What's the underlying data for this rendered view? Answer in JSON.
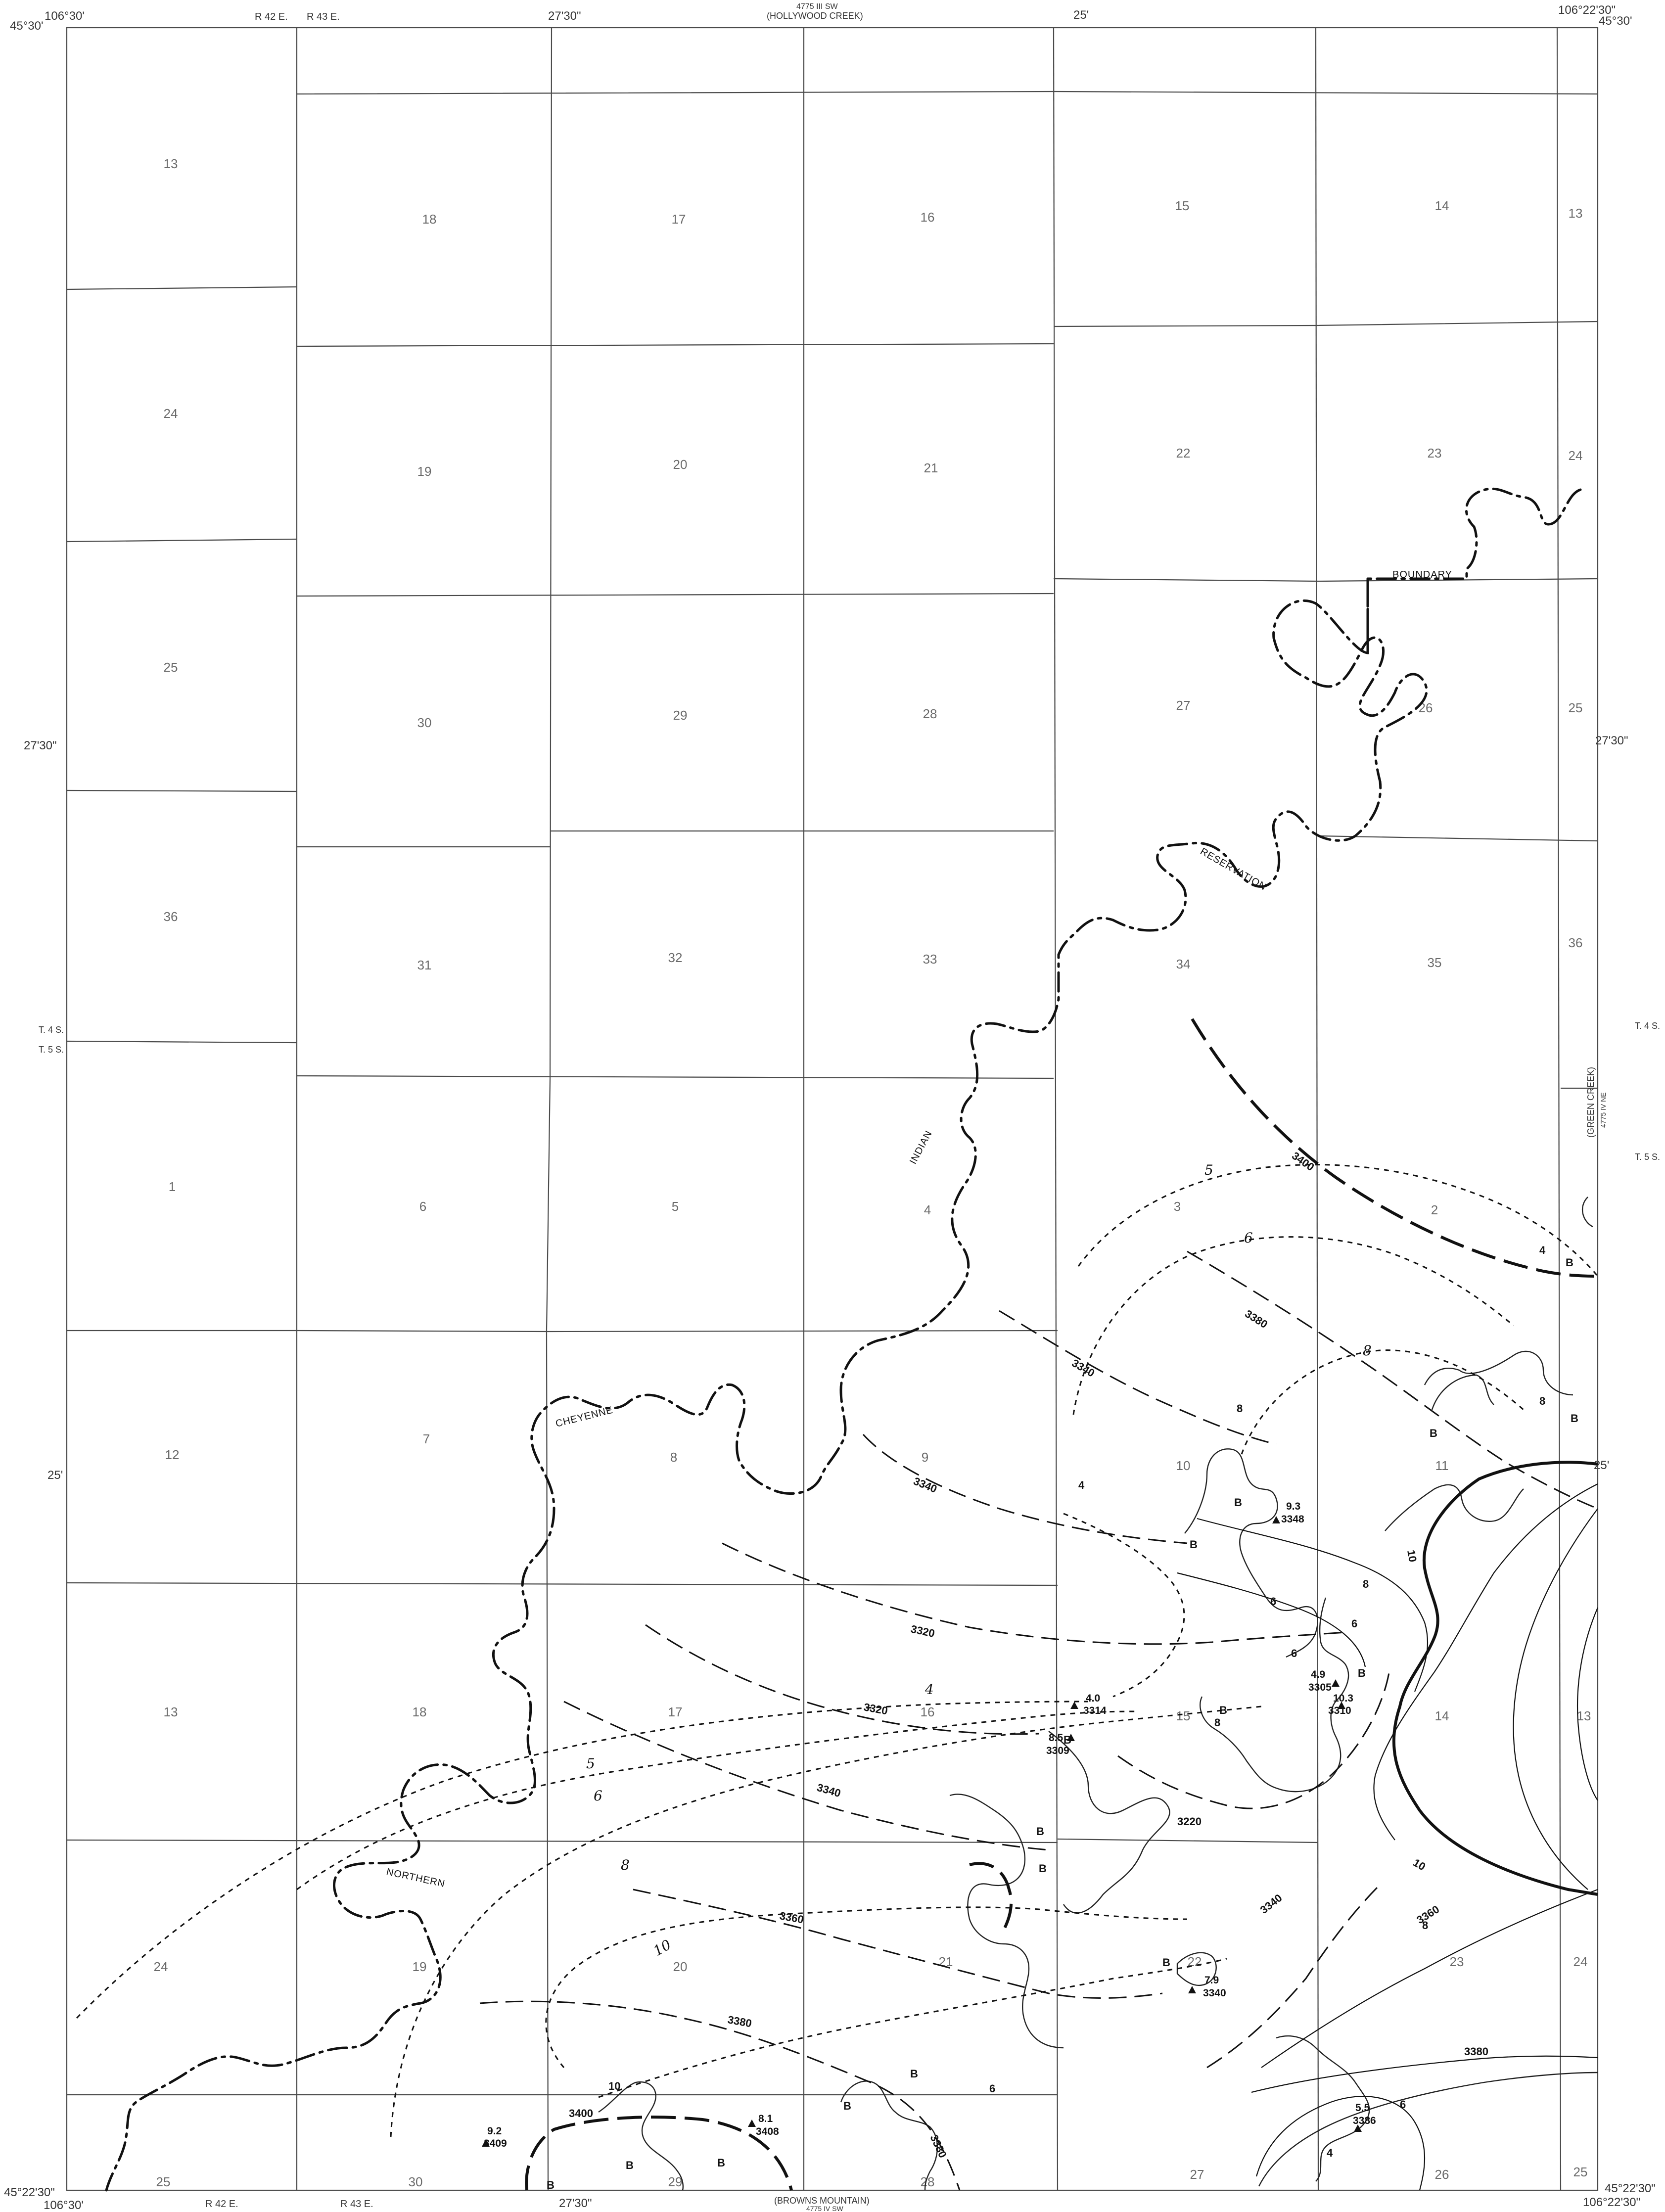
{
  "top_left_corner": {
    "lon": "106°30'",
    "lat": "45°30'"
  },
  "top_right_corner": {
    "lon": "106°22'30\"",
    "lat": "45°30'"
  },
  "bottom_left_corner": {
    "lat": "45°22'30\"",
    "lon": "106°30'"
  },
  "bottom_right_corner": {
    "lat": "45°22'30\"",
    "lon": "106°22'30\""
  },
  "top_ticks": {
    "range_west": "R 42 E.",
    "range_east": "R 43 E.",
    "lon_mid": "27'30\"",
    "lon_east": "25'"
  },
  "bottom_ticks": {
    "range_west": "R 42 E.",
    "range_east": "R 43 E.",
    "lon_mid": "27'30\""
  },
  "adjoining_north": {
    "code": "4775 III SW",
    "name": "(HOLLYWOOD CREEK)"
  },
  "adjoining_south": {
    "name": "(BROWNS MOUNTAIN)",
    "code": "4775 IV SW"
  },
  "adjoining_east": {
    "name": "(GREEN CREEK)",
    "code": "4775 IV NE"
  },
  "left_lat_ticks": {
    "upper": "27'30\"",
    "lower": "25'"
  },
  "right_lat_ticks": {
    "upper": "27'30\"",
    "lower": "25'"
  },
  "township_left": {
    "north": "T. 4 S.",
    "south": "T. 5 S."
  },
  "township_right": {
    "north": "T. 4 S.",
    "south": "T. 5 S."
  },
  "sections": {
    "r1": [
      "13",
      "18",
      "17",
      "16",
      "15",
      "14",
      "13"
    ],
    "r2": [
      "24",
      "19",
      "20",
      "21",
      "22",
      "23",
      "24"
    ],
    "r3": [
      "25",
      "30",
      "29",
      "28",
      "27",
      "26",
      "25"
    ],
    "r4": [
      "36",
      "31",
      "32",
      "33",
      "34",
      "35",
      "36"
    ],
    "r5": [
      "1",
      "6",
      "5",
      "4",
      "3",
      "2"
    ],
    "r6": [
      "12",
      "7",
      "8",
      "9",
      "10",
      "11"
    ],
    "r7": [
      "13",
      "18",
      "17",
      "16",
      "15",
      "14",
      "13"
    ],
    "r8": [
      "24",
      "19",
      "20",
      "21",
      "22",
      "23",
      "24"
    ],
    "r9": [
      "25",
      "30",
      "29",
      "28",
      "27",
      "26",
      "25"
    ]
  },
  "reservation_words": [
    "INDIAN",
    "RESERVATION",
    "BOUNDARY",
    "CHEYENNE",
    "NORTHERN"
  ],
  "contour_labels": {
    "elev": [
      "3400",
      "3380",
      "3340",
      "3340",
      "3320",
      "3320",
      "3340",
      "3360",
      "3380",
      "3220",
      "3340",
      "3360",
      "3380",
      "3400",
      "3380"
    ],
    "thick": [
      "5",
      "6",
      "8",
      "5",
      "6",
      "8",
      "10",
      "4",
      "10",
      "10",
      "8",
      "8",
      "8",
      "8",
      "6",
      "6",
      "6",
      "4",
      "6",
      "8",
      "10",
      "6",
      "4",
      "4"
    ]
  },
  "wells": [
    {
      "thickness": "9.3",
      "elevation": "3348"
    },
    {
      "thickness": "4.0",
      "elevation": "3314"
    },
    {
      "thickness": "4.9",
      "elevation": "3305"
    },
    {
      "thickness": "10.3",
      "elevation": "3310"
    },
    {
      "thickness": "8.5",
      "elevation": "3309"
    },
    {
      "thickness": "7.9",
      "elevation": "3340"
    },
    {
      "thickness": "5.5",
      "elevation": "3386"
    },
    {
      "thickness": "9.2",
      "elevation": "3409"
    },
    {
      "thickness": "8.1",
      "elevation": "3408"
    }
  ],
  "burn_symbol": "B"
}
